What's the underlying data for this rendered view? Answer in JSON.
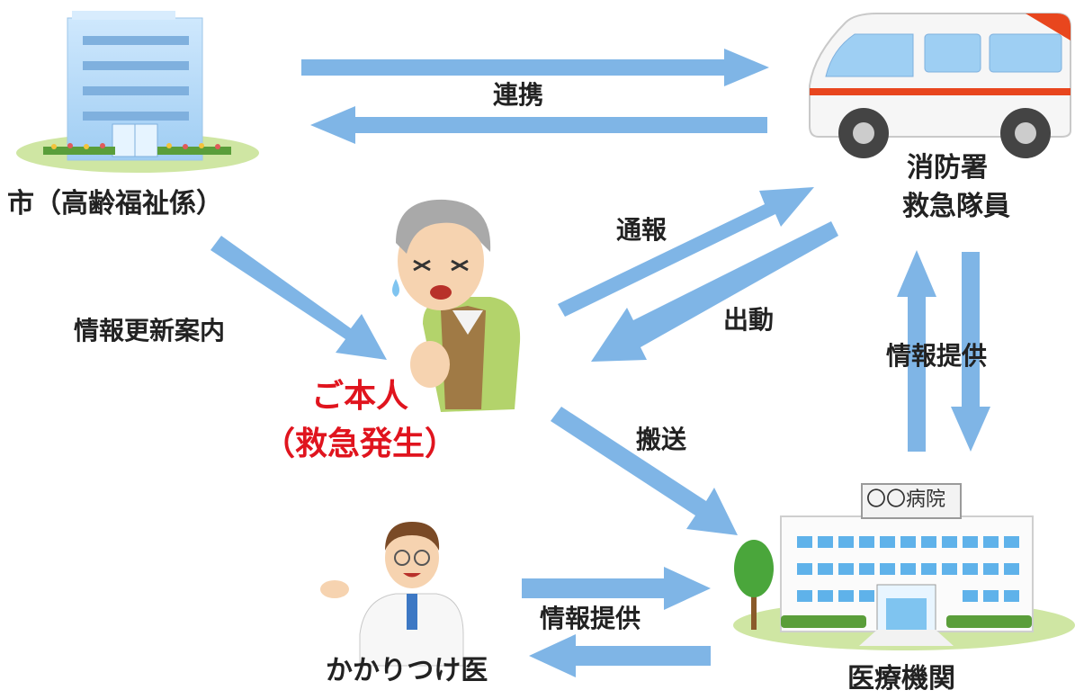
{
  "nodes": {
    "city_office": "市（高齢福祉係）",
    "fire_station": [
      "消防署",
      "救急隊員"
    ],
    "patient": [
      "ご本人",
      "（救急発生）"
    ],
    "family_doctor": "かかりつけ医",
    "medical_institution": "医療機関",
    "hospital_sign": "〇〇病院"
  },
  "edges": {
    "cooperation": "連携",
    "info_update_guidance": "情報更新案内",
    "report": "通報",
    "dispatch": "出動",
    "transport": "搬送",
    "info_provision_fire": "情報提供",
    "info_provision_doctor": "情報提供"
  },
  "colors": {
    "arrow": "#7fb5e6",
    "highlight_text": "#e0141e",
    "building": "#bfe0fb",
    "ambulance_stripe": "#e8461e"
  }
}
